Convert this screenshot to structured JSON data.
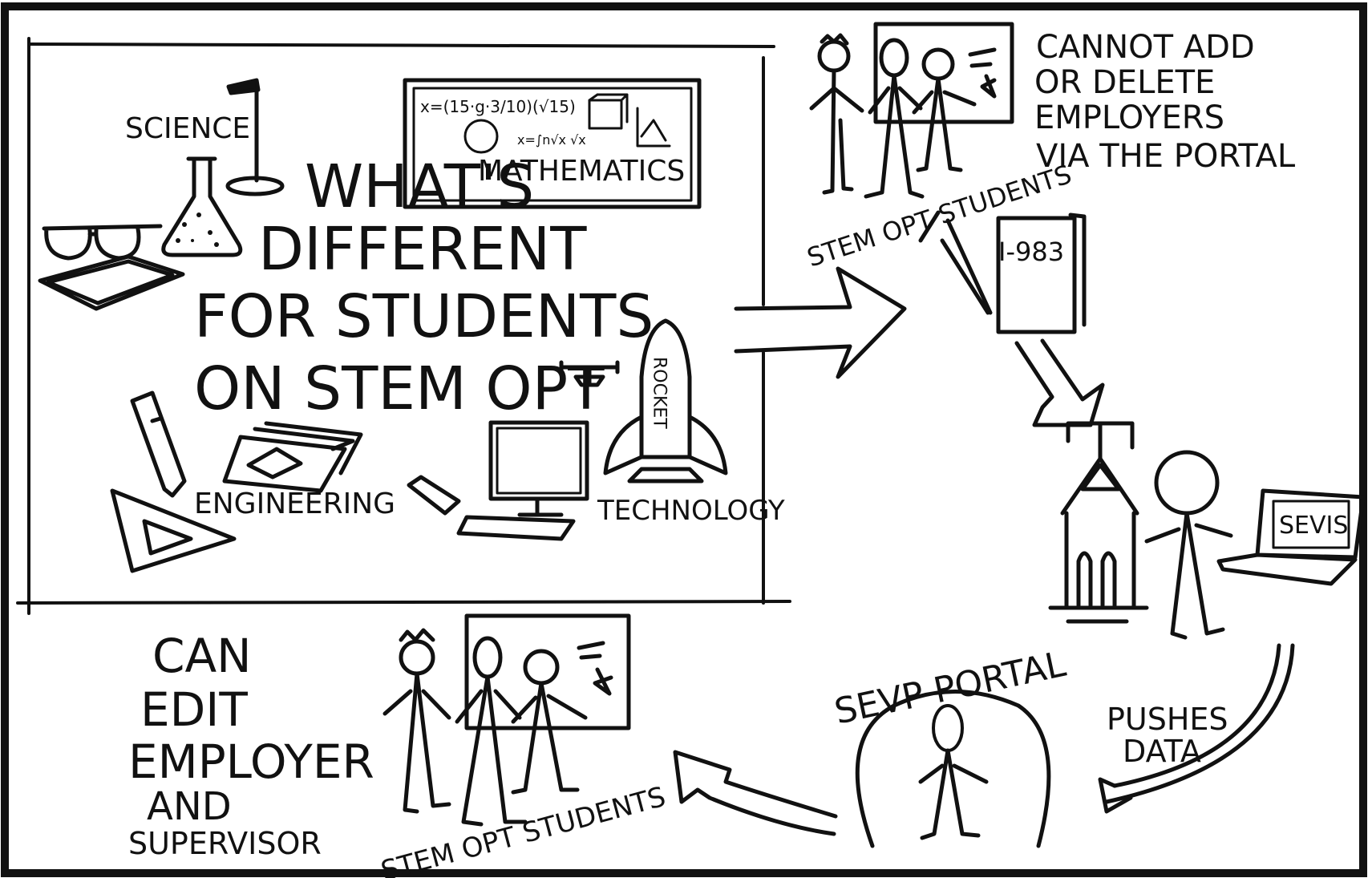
{
  "title": {
    "line1": "WHAT'S",
    "line2": "DIFFERENT",
    "line3": "FOR STUDENTS",
    "line4": "ON STEM OPT"
  },
  "stem_labels": {
    "science": "SCIENCE",
    "mathematics": "MATHEMATICS",
    "engineering": "ENGINEERING",
    "technology": "TECHNOLOGY",
    "rocket": "ROCKET"
  },
  "equations": {
    "eq1": "x=(15·g·3/10)(√15)",
    "eq2": "x=∫n√x  √x"
  },
  "top_right": {
    "group_caption": "STEM OPT STUDENTS",
    "note_line1": "CANNOT ADD",
    "note_line2": "OR DELETE",
    "note_line3": "EMPLOYERS",
    "note_line4": "VIA THE PORTAL",
    "form_label": "I-983"
  },
  "school": {
    "laptop_label": "SEVIS"
  },
  "bottom": {
    "pushes_line1": "PUSHES",
    "pushes_line2": "DATA",
    "portal_label": "SEVP PORTAL",
    "group_caption": "STEM OPT STUDENTS",
    "note_line1": "CAN",
    "note_line2": "EDIT",
    "note_line3": "EMPLOYER",
    "note_line4": "AND",
    "note_line5": "SUPERVISOR"
  },
  "colors": {
    "ink": "#111111",
    "paper": "#ffffff"
  }
}
